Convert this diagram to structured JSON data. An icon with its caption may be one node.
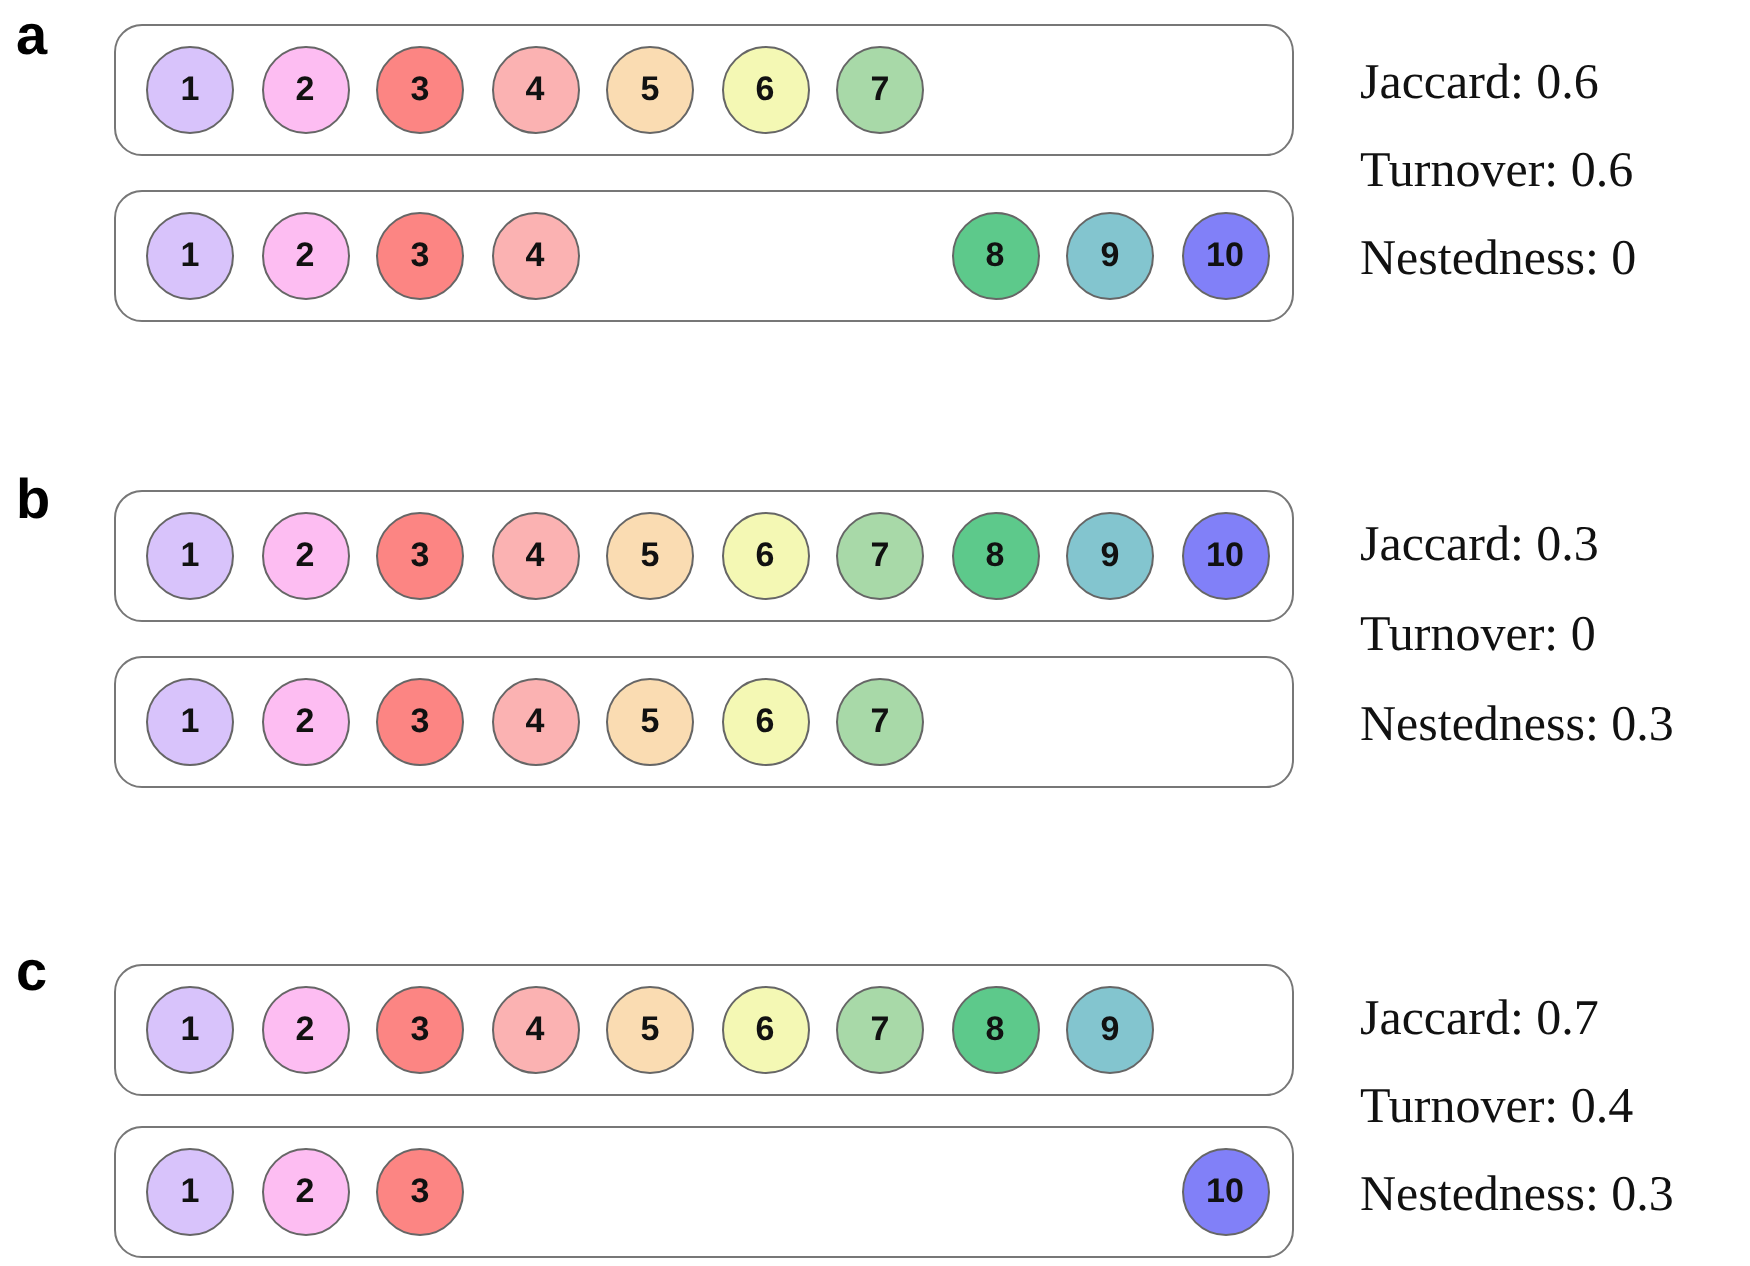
{
  "diagram": {
    "nodes": [
      {
        "text": [],
        "shape": "box"
      },
      {
        "text": [
          "1"
        ],
        "in": 0
      },
      {
        "text": [
          "2"
        ],
        "in": 0
      },
      {
        "text": [
          "3"
        ],
        "in": 0
      },
      {
        "text": [
          "4"
        ],
        "in": 0
      },
      {
        "text": [
          "5"
        ],
        "in": 0
      },
      {
        "text": [
          "6"
        ],
        "in": 0
      },
      {
        "text": [
          "7"
        ],
        "in": 0
      },
      {
        "text": [],
        "shape": "box"
      },
      {
        "text": [
          "1"
        ],
        "in": 8
      },
      {
        "text": [
          "2"
        ],
        "in": 8
      },
      {
        "text": [
          "3"
        ],
        "in": 8
      },
      {
        "text": [
          "4"
        ],
        "in": 8
      },
      {
        "text": [
          "8"
        ],
        "in": 8
      },
      {
        "text": [
          "9"
        ],
        "in": 8
      },
      {
        "text": [
          "10"
        ],
        "in": 8
      },
      {
        "text": [],
        "shape": "box"
      },
      {
        "text": [
          "1"
        ],
        "in": 16
      },
      {
        "text": [
          "2"
        ],
        "in": 16
      },
      {
        "text": [
          "3"
        ],
        "in": 16
      },
      {
        "text": [
          "4"
        ],
        "in": 16
      },
      {
        "text": [
          "5"
        ],
        "in": 16
      },
      {
        "text": [
          "6"
        ],
        "in": 16
      },
      {
        "text": [
          "7"
        ],
        "in": 16
      },
      {
        "text": [
          "8"
        ],
        "in": 16
      },
      {
        "text": [
          "9"
        ],
        "in": 16
      },
      {
        "text": [
          "10"
        ],
        "in": 16
      },
      {
        "text": [],
        "shape": "box"
      },
      {
        "text": [
          "1"
        ],
        "in": 27
      },
      {
        "text": [
          "2"
        ],
        "in": 27
      },
      {
        "text": [
          "3"
        ],
        "in": 27
      },
      {
        "text": [
          "4"
        ],
        "in": 27
      },
      {
        "text": [
          "5"
        ],
        "in": 27
      },
      {
        "text": [
          "6"
        ],
        "in": 27
      },
      {
        "text": [
          "7"
        ],
        "in": 27
      },
      {
        "text": [],
        "shape": "box"
      },
      {
        "text": [
          "1"
        ],
        "in": 35
      },
      {
        "text": [
          "2"
        ],
        "in": 35
      },
      {
        "text": [
          "3"
        ],
        "in": 35
      },
      {
        "text": [
          "4"
        ],
        "in": 35
      },
      {
        "text": [
          "5"
        ],
        "in": 35
      },
      {
        "text": [
          "6"
        ],
        "in": 35
      },
      {
        "text": [
          "7"
        ],
        "in": 35
      },
      {
        "text": [
          "8"
        ],
        "in": 35
      },
      {
        "text": [
          "9"
        ],
        "in": 35
      },
      {
        "text": [],
        "shape": "box"
      },
      {
        "text": [
          "1"
        ],
        "in": 45
      },
      {
        "text": [
          "2"
        ],
        "in": 45
      },
      {
        "text": [
          "3"
        ],
        "in": 45
      },
      {
        "text": [
          "10"
        ],
        "in": 45
      }
    ],
    "labels": [
      "a",
      "Jaccard: 0.6",
      "Turnover: 0.6",
      "Nestedness: 0",
      "b",
      "Jaccard: 0.3",
      "Turnover: 0",
      "Nestedness: 0.3",
      "c",
      "Jaccard: 0.7",
      "Turnover: 0.4",
      "Nestedness: 0.3"
    ]
  }
}
